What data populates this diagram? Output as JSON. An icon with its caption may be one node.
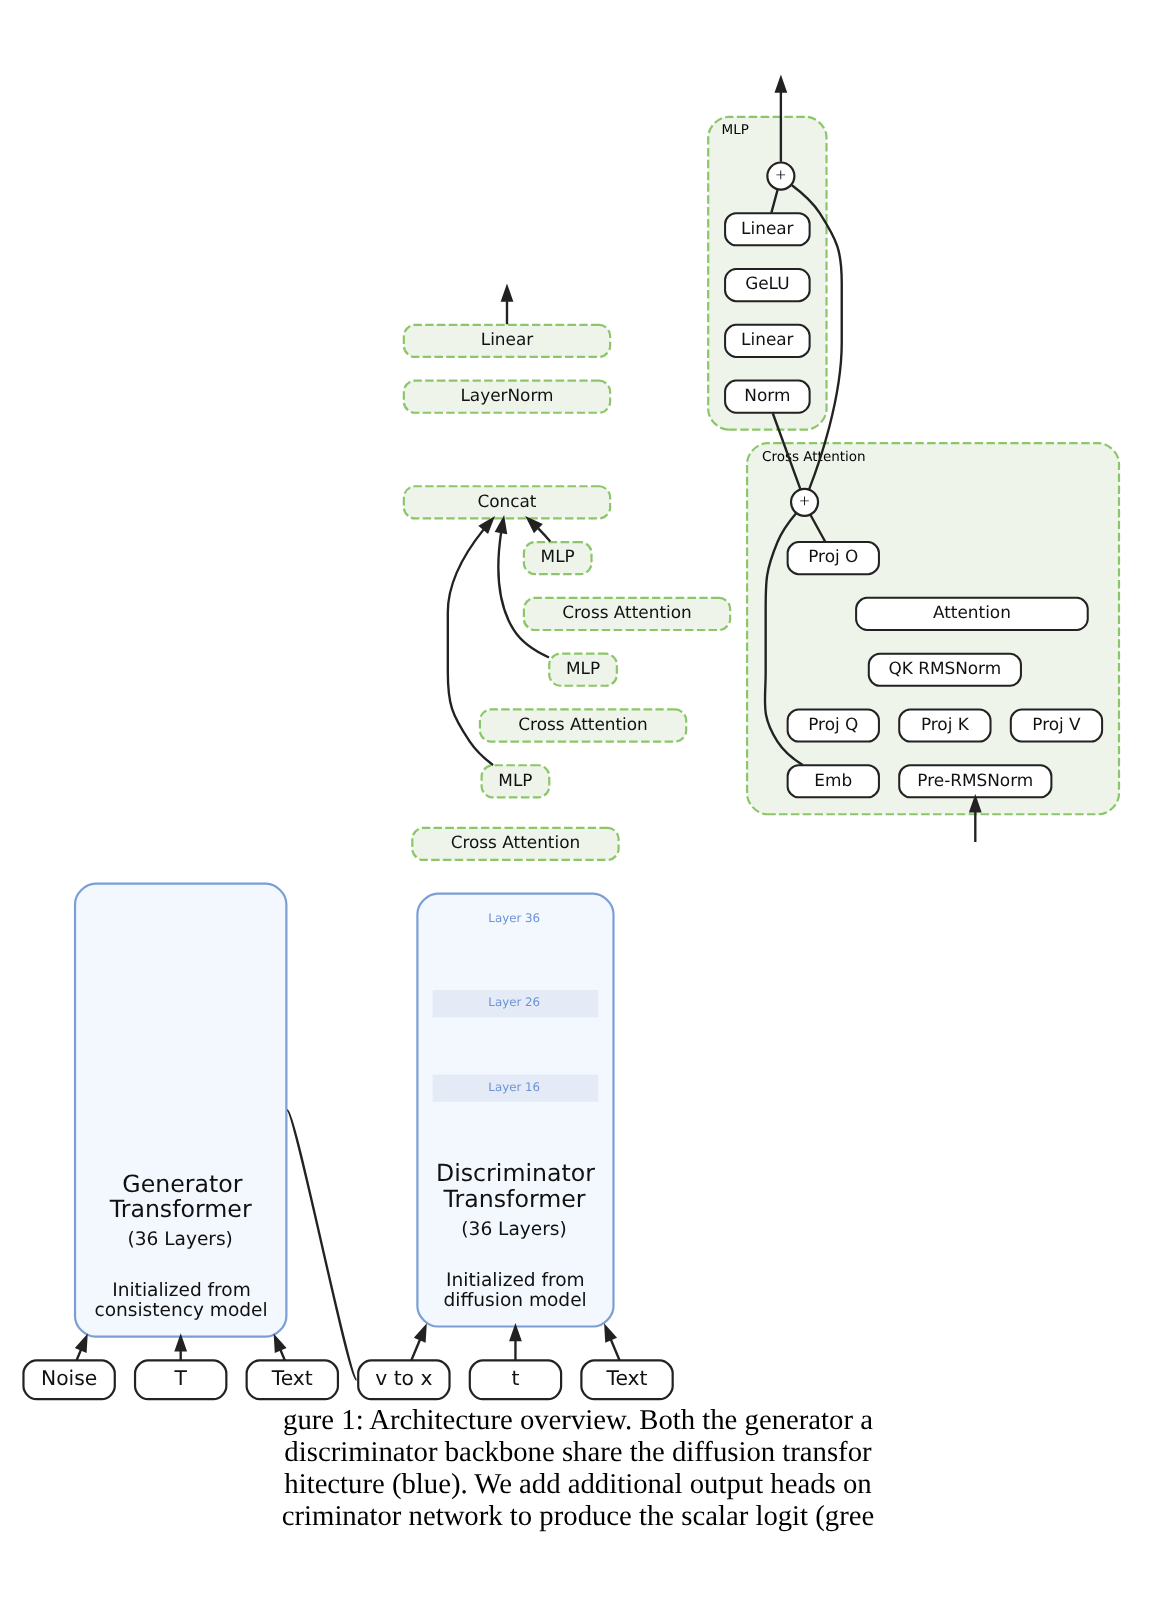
{
  "diagram": {
    "caption": "gure 1: Architecture overview. Both the generator a discriminator backbone share the diffusion transfor hitecture (blue). We add additional output heads on criminator network to produce the scalar logit (gree",
    "nodes": [
      {
        "text": [
          "Linear"
        ]
      },
      {
        "text": [
          "LayerNorm"
        ]
      },
      {
        "text": [
          "Concat"
        ]
      },
      {
        "text": [
          "MLP"
        ]
      },
      {
        "text": [
          "Cross Attention"
        ]
      },
      {
        "text": [
          "Generator Transformer",
          "(36 Layers)",
          "Initialized from consistency model"
        ]
      },
      {
        "text": [
          "Layer 36",
          "Layer 26",
          "Layer 16",
          "Discriminator Transformer",
          "(36 Layers)",
          "Initialized from diffusion model"
        ]
      },
      {
        "text": [
          "MLP"
        ]
      },
      {
        "text": [
          "Cross Attention"
        ]
      },
      {
        "text": [
          "MLP"
        ]
      },
      {
        "text": [
          "+"
        ],
        "in": 9
      },
      {
        "text": [
          "Linear"
        ],
        "in": 9
      },
      {
        "text": [
          "GeLU"
        ],
        "in": 9
      },
      {
        "text": [
          "Linear"
        ],
        "in": 9
      },
      {
        "text": [
          "Norm"
        ],
        "in": 9
      },
      {
        "text": [
          "MLP"
        ]
      },
      {
        "text": [
          "Cross Attention"
        ]
      },
      {
        "text": [
          "Cross Attention"
        ]
      },
      {
        "text": [
          "+"
        ],
        "in": 17
      },
      {
        "text": [
          "Proj O"
        ],
        "in": 17
      },
      {
        "text": [
          "Attention"
        ],
        "in": 17
      },
      {
        "text": [
          "QK RMSNorm"
        ],
        "in": 17
      },
      {
        "text": [
          "Proj V"
        ],
        "in": 17
      },
      {
        "text": [
          "Proj K"
        ],
        "in": 17
      },
      {
        "text": [
          "Proj Q"
        ],
        "in": 17
      },
      {
        "text": [
          "Pre-RMSNorm"
        ],
        "in": 17
      },
      {
        "text": [
          "Emb"
        ],
        "in": 17
      },
      {
        "text": [
          "Noise"
        ]
      },
      {
        "text": [
          "T"
        ]
      },
      {
        "text": [
          "Text"
        ]
      },
      {
        "text": [
          "v to x"
        ]
      },
      {
        "text": [
          "t"
        ]
      },
      {
        "text": [
          "Text"
        ]
      }
    ],
    "edges": [
      {
        "from": 0,
        "to": null,
        "arrow": "to"
      },
      {
        "from": 3,
        "to": 2,
        "arrow": "to"
      },
      {
        "from": 7,
        "to": 2,
        "arrow": "to"
      },
      {
        "from": 15,
        "to": 2,
        "arrow": "to"
      },
      {
        "from": 5,
        "to": 30,
        "arrow": "none"
      },
      {
        "from": 10,
        "to": null,
        "arrow": "to"
      },
      {
        "from": 11,
        "to": 10,
        "arrow": "none"
      },
      {
        "from": 18,
        "to": 10,
        "arrow": "none"
      },
      {
        "from": 18,
        "to": 14,
        "arrow": "none"
      },
      {
        "from": 19,
        "to": 18,
        "arrow": "none"
      },
      {
        "from": 26,
        "to": 18,
        "arrow": "none"
      },
      {
        "from": null,
        "to": 25,
        "arrow": "to"
      },
      {
        "from": 27,
        "to": 5,
        "arrow": "to"
      },
      {
        "from": 28,
        "to": 5,
        "arrow": "to"
      },
      {
        "from": 29,
        "to": 5,
        "arrow": "to"
      },
      {
        "from": 30,
        "to": 6,
        "arrow": "to"
      },
      {
        "from": 31,
        "to": 6,
        "arrow": "to"
      },
      {
        "from": 32,
        "to": 6,
        "arrow": "to"
      }
    ]
  }
}
